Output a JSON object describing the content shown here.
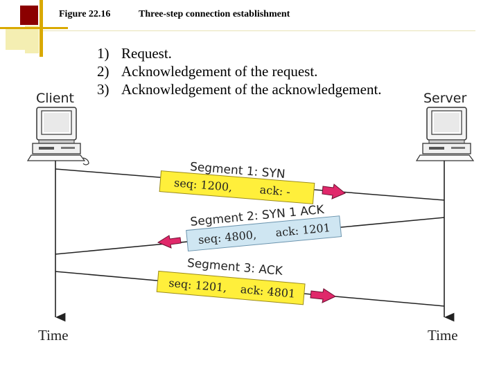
{
  "figure": {
    "label": "Figure 22.16",
    "title": "Three-step connection establishment"
  },
  "steps": [
    {
      "num": "1)",
      "text": "Request."
    },
    {
      "num": "2)",
      "text": "Acknowledgement of the request."
    },
    {
      "num": "3)",
      "text": "Acknowledgement of the acknowledgement."
    }
  ],
  "parties": {
    "client": "Client",
    "server": "Server"
  },
  "time_label": "Time",
  "segments": [
    {
      "label": "Segment 1: SYN",
      "seq": "seq: 1200,",
      "ack": "ack: -",
      "fill": "#ffef3b"
    },
    {
      "label": "Segment 2: SYN 1 ACK",
      "seq": "seq: 4800,",
      "ack": "ack: 1201",
      "fill": "#cfe6f2"
    },
    {
      "label": "Segment 3: ACK",
      "seq": "seq: 1201,",
      "ack": "ack: 4801",
      "fill": "#ffef3b"
    }
  ],
  "colors": {
    "accent_red": "#8b0000",
    "accent_gold": "#d9a900",
    "accent_yellow": "#f2e889",
    "arrow_head": "#e0286a"
  }
}
